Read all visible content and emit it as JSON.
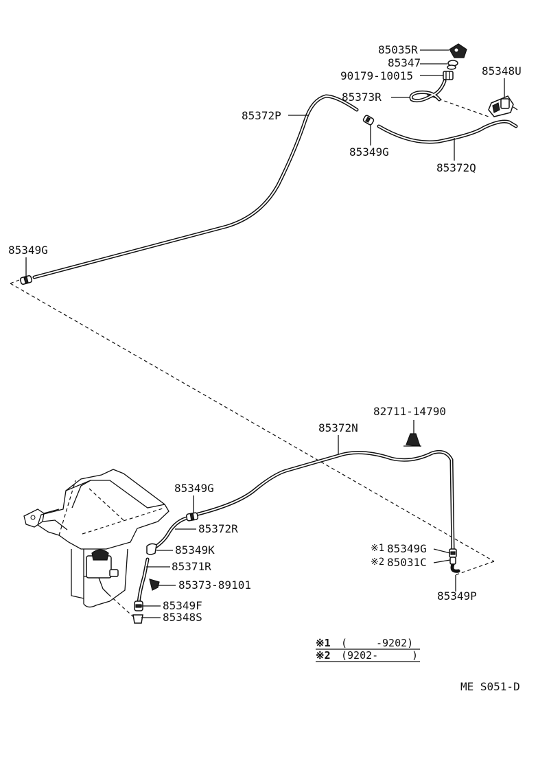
{
  "labels": {
    "p85035R": "85035R",
    "p85347": "85347",
    "p90179": "90179-10015",
    "p85348U": "85348U",
    "p85373R": "85373R",
    "p85372P": "85372P",
    "p85349G_top": "85349G",
    "p85372Q": "85372Q",
    "p85349G_left": "85349G",
    "p82711": "82711-14790",
    "p85372N": "85372N",
    "p85349G_mid": "85349G",
    "p85372R": "85372R",
    "p85349K": "85349K",
    "p85371R": "85371R",
    "p85373_89101": "85373-89101",
    "p85349F": "85349F",
    "p85348S": "85348S",
    "p85349G_right": "85349G",
    "p85031C": "85031C",
    "p85349P": "85349P"
  },
  "markers": {
    "m1_small": "※1",
    "m2_small": "※2"
  },
  "notes": {
    "n1_mark": "※1",
    "n1_open": "(",
    "n1_range": "-9202)",
    "n2_mark": "※2",
    "n2_range": "(9202-",
    "n2_close": ")"
  },
  "diagram_code": "ME S051-D"
}
